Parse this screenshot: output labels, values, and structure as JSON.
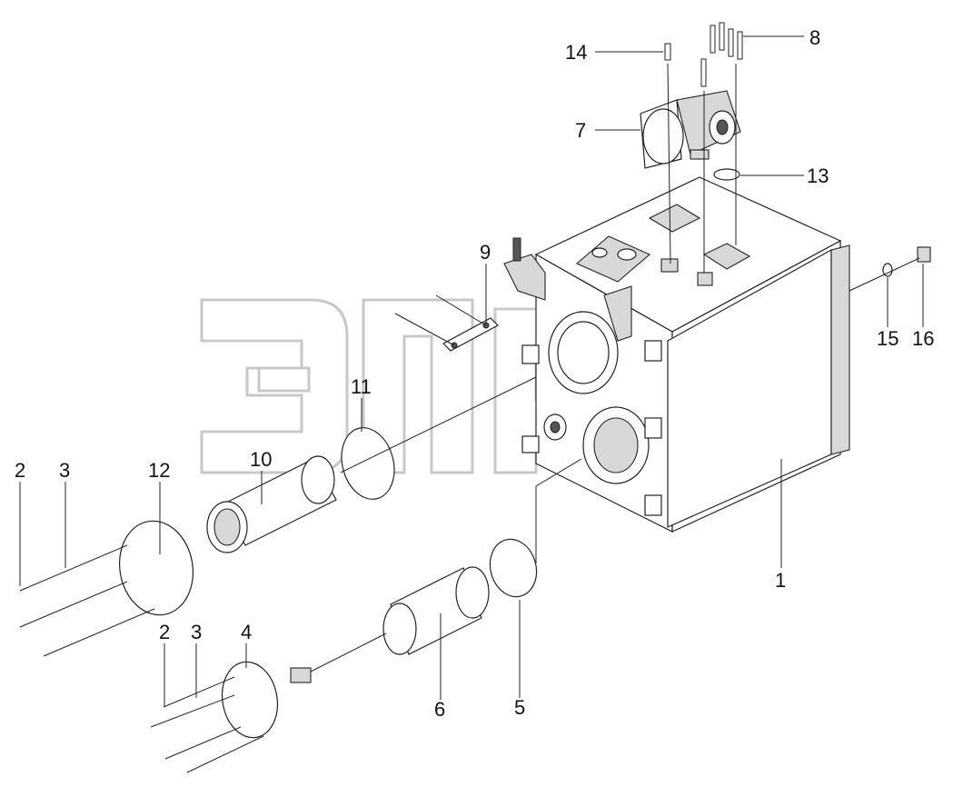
{
  "watermark": {
    "mark": "™"
  },
  "callouts": [
    {
      "id": "c1",
      "text": "1"
    },
    {
      "id": "c2a",
      "text": "2"
    },
    {
      "id": "c3a",
      "text": "3"
    },
    {
      "id": "c12",
      "text": "12"
    },
    {
      "id": "c10",
      "text": "10"
    },
    {
      "id": "c11",
      "text": "11"
    },
    {
      "id": "c9",
      "text": "9"
    },
    {
      "id": "c2b",
      "text": "2"
    },
    {
      "id": "c3b",
      "text": "3"
    },
    {
      "id": "c4",
      "text": "4"
    },
    {
      "id": "c6",
      "text": "6"
    },
    {
      "id": "c5",
      "text": "5"
    },
    {
      "id": "c7",
      "text": "7"
    },
    {
      "id": "c8",
      "text": "8"
    },
    {
      "id": "c13",
      "text": "13"
    },
    {
      "id": "c14",
      "text": "14"
    },
    {
      "id": "c15",
      "text": "15"
    },
    {
      "id": "c16",
      "text": "16"
    }
  ]
}
